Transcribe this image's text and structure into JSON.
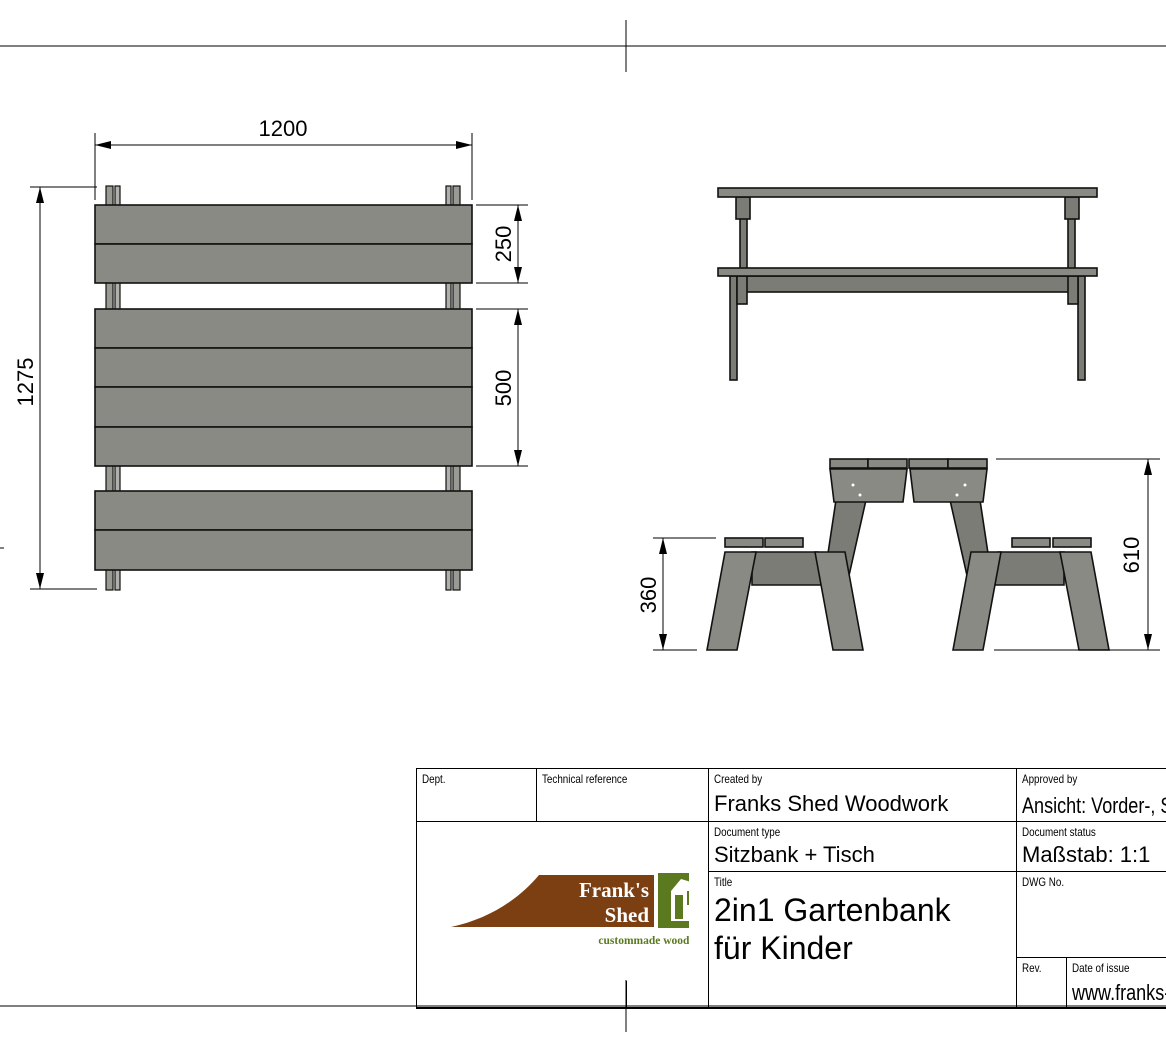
{
  "dimensions": {
    "top_width": "1200",
    "top_depth": "1275",
    "bench_depth": "250",
    "table_depth": "500",
    "seat_height": "360",
    "table_height": "610"
  },
  "title_block": {
    "dept_label": "Dept.",
    "technical_reference_label": "Technical reference",
    "created_by_label": "Created by",
    "created_by": "Franks Shed Woodwork",
    "approved_by_label": "Approved by",
    "approved_by": "Ansicht: Vorder-, S",
    "document_type_label": "Document type",
    "document_type": "Sitzbank + Tisch",
    "document_status_label": "Document status",
    "document_status": "Maßstab: 1:1",
    "title_label": "Title",
    "title_line1": "2in1 Gartenbank",
    "title_line2": "für Kinder",
    "dwg_no_label": "DWG No.",
    "rev_label": "Rev.",
    "date_of_issue_label": "Date of issue",
    "date_of_issue": "www.franks-"
  },
  "logo": {
    "name_line1": "Frank's",
    "name_line2": "Shed",
    "tagline": "custommade woodwork",
    "colors": {
      "brown": "#7b3f12",
      "green": "#5b7a1f"
    }
  },
  "colors": {
    "wood": "#8a8a84",
    "line": "#000000"
  }
}
